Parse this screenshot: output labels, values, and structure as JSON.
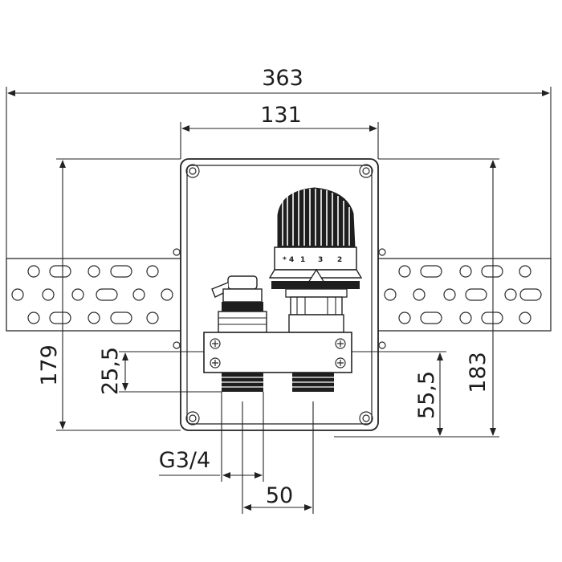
{
  "drawing": {
    "dimensions": {
      "overall_width": "363",
      "box_width": "131",
      "left_height": "179",
      "right_height": "183",
      "manifold_offset": "25,5",
      "outlet_height": "55,5",
      "thread": "G3/4",
      "pipe_spacing": "50"
    },
    "thermostat_scale": [
      "*",
      "1",
      "2",
      "3",
      "4"
    ]
  }
}
